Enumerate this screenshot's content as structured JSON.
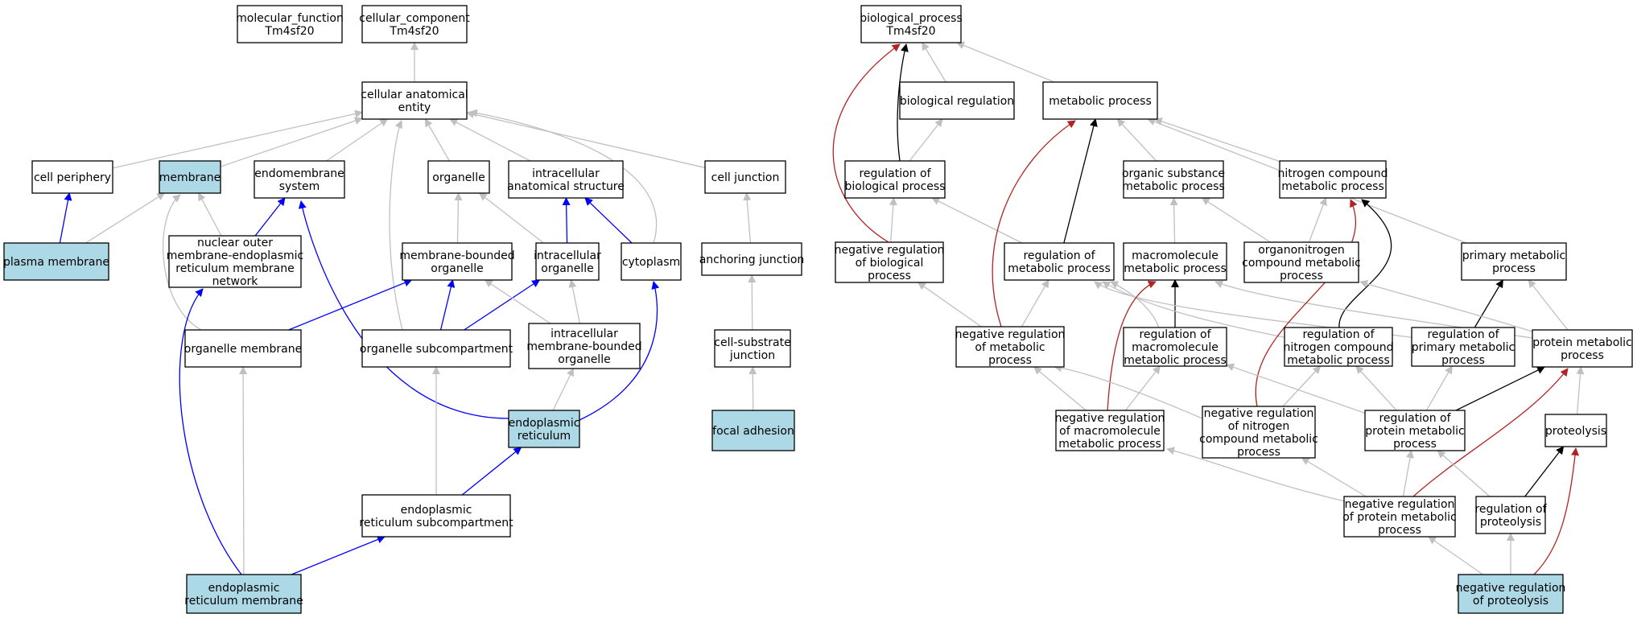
{
  "colors": {
    "background": "#ffffff",
    "node_fill": "#ffffff",
    "highlight_fill": "#add8e6",
    "node_border": "#000000",
    "edge_is_a": "#c0c0c0",
    "edge_part_of": "#0000ff",
    "edge_regulates": "#000000",
    "edge_negatively_regulates": "#b22222"
  },
  "nodes": [
    {
      "id": "mf_root",
      "lines": [
        "molecular_function",
        "Tm4sf20"
      ],
      "highlight": false
    },
    {
      "id": "cc_root",
      "lines": [
        "cellular_component",
        "Tm4sf20"
      ],
      "highlight": false
    },
    {
      "id": "bp_root",
      "lines": [
        "biological_process",
        "Tm4sf20"
      ],
      "highlight": false
    },
    {
      "id": "cae",
      "lines": [
        "cellular anatomical",
        "entity"
      ],
      "highlight": false
    },
    {
      "id": "cell_periphery",
      "lines": [
        "cell periphery"
      ],
      "highlight": false
    },
    {
      "id": "membrane",
      "lines": [
        "membrane"
      ],
      "highlight": true
    },
    {
      "id": "endomembrane",
      "lines": [
        "endomembrane",
        "system"
      ],
      "highlight": false
    },
    {
      "id": "organelle",
      "lines": [
        "organelle"
      ],
      "highlight": false
    },
    {
      "id": "ias",
      "lines": [
        "intracellular",
        "anatomical structure"
      ],
      "highlight": false
    },
    {
      "id": "cell_junction",
      "lines": [
        "cell junction"
      ],
      "highlight": false
    },
    {
      "id": "plasma_membrane",
      "lines": [
        "plasma membrane"
      ],
      "highlight": true
    },
    {
      "id": "nuclear_outer",
      "lines": [
        "nuclear outer",
        "membrane-endoplasmic",
        "reticulum membrane",
        "network"
      ],
      "highlight": false
    },
    {
      "id": "mbo",
      "lines": [
        "membrane-bounded",
        "organelle"
      ],
      "highlight": false
    },
    {
      "id": "intra_org",
      "lines": [
        "intracellular",
        "organelle"
      ],
      "highlight": false
    },
    {
      "id": "cytoplasm",
      "lines": [
        "cytoplasm"
      ],
      "highlight": false
    },
    {
      "id": "anchoring",
      "lines": [
        "anchoring junction"
      ],
      "highlight": false
    },
    {
      "id": "org_membrane",
      "lines": [
        "organelle membrane"
      ],
      "highlight": false
    },
    {
      "id": "org_subcomp",
      "lines": [
        "organelle subcompartment"
      ],
      "highlight": false
    },
    {
      "id": "imbo",
      "lines": [
        "intracellular",
        "membrane-bounded",
        "organelle"
      ],
      "highlight": false
    },
    {
      "id": "cell_substrate",
      "lines": [
        "cell-substrate",
        "junction"
      ],
      "highlight": false
    },
    {
      "id": "er",
      "lines": [
        "endoplasmic",
        "reticulum"
      ],
      "highlight": true
    },
    {
      "id": "focal_adhesion",
      "lines": [
        "focal adhesion"
      ],
      "highlight": true
    },
    {
      "id": "er_subcomp",
      "lines": [
        "endoplasmic",
        "reticulum subcompartment"
      ],
      "highlight": false
    },
    {
      "id": "er_membrane",
      "lines": [
        "endoplasmic",
        "reticulum membrane"
      ],
      "highlight": true
    },
    {
      "id": "bio_reg",
      "lines": [
        "biological regulation"
      ],
      "highlight": false
    },
    {
      "id": "metabolic",
      "lines": [
        "metabolic process"
      ],
      "highlight": false
    },
    {
      "id": "reg_bio",
      "lines": [
        "regulation of",
        "biological process"
      ],
      "highlight": false
    },
    {
      "id": "org_sub_met",
      "lines": [
        "organic substance",
        "metabolic process"
      ],
      "highlight": false
    },
    {
      "id": "nitrogen_met",
      "lines": [
        "nitrogen compound",
        "metabolic process"
      ],
      "highlight": false
    },
    {
      "id": "neg_reg_bio",
      "lines": [
        "negative regulation",
        "of biological",
        "process"
      ],
      "highlight": false
    },
    {
      "id": "reg_met",
      "lines": [
        "regulation of",
        "metabolic process"
      ],
      "highlight": false
    },
    {
      "id": "macro_met",
      "lines": [
        "macromolecule",
        "metabolic process"
      ],
      "highlight": false
    },
    {
      "id": "organonitrogen",
      "lines": [
        "organonitrogen",
        "compound metabolic",
        "process"
      ],
      "highlight": false
    },
    {
      "id": "primary_met",
      "lines": [
        "primary metabolic",
        "process"
      ],
      "highlight": false
    },
    {
      "id": "neg_reg_met",
      "lines": [
        "negative regulation",
        "of metabolic",
        "process"
      ],
      "highlight": false
    },
    {
      "id": "reg_macro",
      "lines": [
        "regulation of",
        "macromolecule",
        "metabolic process"
      ],
      "highlight": false
    },
    {
      "id": "reg_nitrogen",
      "lines": [
        "regulation of",
        "nitrogen compound",
        "metabolic process"
      ],
      "highlight": false
    },
    {
      "id": "reg_primary",
      "lines": [
        "regulation of",
        "primary metabolic",
        "process"
      ],
      "highlight": false
    },
    {
      "id": "protein_met",
      "lines": [
        "protein metabolic",
        "process"
      ],
      "highlight": false
    },
    {
      "id": "neg_reg_macro",
      "lines": [
        "negative regulation",
        "of macromolecule",
        "metabolic process"
      ],
      "highlight": false
    },
    {
      "id": "neg_reg_nitrogen",
      "lines": [
        "negative regulation",
        "of nitrogen",
        "compound metabolic",
        "process"
      ],
      "highlight": false
    },
    {
      "id": "reg_protein",
      "lines": [
        "regulation of",
        "protein metabolic",
        "process"
      ],
      "highlight": false
    },
    {
      "id": "proteolysis",
      "lines": [
        "proteolysis"
      ],
      "highlight": false
    },
    {
      "id": "neg_reg_protein",
      "lines": [
        "negative regulation",
        "of protein metabolic",
        "process"
      ],
      "highlight": false
    },
    {
      "id": "reg_proteolysis",
      "lines": [
        "regulation of",
        "proteolysis"
      ],
      "highlight": false
    },
    {
      "id": "neg_reg_proteolysis",
      "lines": [
        "negative regulation",
        "of proteolysis"
      ],
      "highlight": true
    }
  ],
  "edges": [
    {
      "from": "cae",
      "to": "cc_root",
      "type": "is_a"
    },
    {
      "from": "cell_periphery",
      "to": "cae",
      "type": "is_a"
    },
    {
      "from": "membrane",
      "to": "cae",
      "type": "is_a"
    },
    {
      "from": "endomembrane",
      "to": "cae",
      "type": "is_a"
    },
    {
      "from": "organelle",
      "to": "cae",
      "type": "is_a"
    },
    {
      "from": "ias",
      "to": "cae",
      "type": "is_a"
    },
    {
      "from": "cell_junction",
      "to": "cae",
      "type": "is_a"
    },
    {
      "from": "cytoplasm",
      "to": "cae",
      "type": "is_a"
    },
    {
      "from": "org_subcomp",
      "to": "cae",
      "type": "is_a"
    },
    {
      "from": "plasma_membrane",
      "to": "membrane",
      "type": "is_a"
    },
    {
      "from": "plasma_membrane",
      "to": "cell_periphery",
      "type": "part_of"
    },
    {
      "from": "nuclear_outer",
      "to": "membrane",
      "type": "is_a"
    },
    {
      "from": "nuclear_outer",
      "to": "endomembrane",
      "type": "part_of"
    },
    {
      "from": "org_membrane",
      "to": "membrane",
      "type": "is_a"
    },
    {
      "from": "mbo",
      "to": "organelle",
      "type": "is_a"
    },
    {
      "from": "intra_org",
      "to": "organelle",
      "type": "is_a"
    },
    {
      "from": "intra_org",
      "to": "ias",
      "type": "part_of"
    },
    {
      "from": "cytoplasm",
      "to": "ias",
      "type": "part_of"
    },
    {
      "from": "org_membrane",
      "to": "mbo",
      "type": "part_of"
    },
    {
      "from": "org_subcomp",
      "to": "mbo",
      "type": "part_of"
    },
    {
      "from": "org_subcomp",
      "to": "intra_org",
      "type": "part_of"
    },
    {
      "from": "imbo",
      "to": "mbo",
      "type": "is_a"
    },
    {
      "from": "imbo",
      "to": "intra_org",
      "type": "is_a"
    },
    {
      "from": "anchoring",
      "to": "cell_junction",
      "type": "is_a"
    },
    {
      "from": "cell_substrate",
      "to": "anchoring",
      "type": "is_a"
    },
    {
      "from": "focal_adhesion",
      "to": "cell_substrate",
      "type": "is_a"
    },
    {
      "from": "er",
      "to": "imbo",
      "type": "is_a"
    },
    {
      "from": "er",
      "to": "endomembrane",
      "type": "part_of"
    },
    {
      "from": "er",
      "to": "cytoplasm",
      "type": "part_of"
    },
    {
      "from": "er_subcomp",
      "to": "org_subcomp",
      "type": "is_a"
    },
    {
      "from": "er_subcomp",
      "to": "er",
      "type": "part_of"
    },
    {
      "from": "er_membrane",
      "to": "org_membrane",
      "type": "is_a"
    },
    {
      "from": "er_membrane",
      "to": "er_subcomp",
      "type": "part_of"
    },
    {
      "from": "er_membrane",
      "to": "nuclear_outer",
      "type": "part_of"
    },
    {
      "from": "bio_reg",
      "to": "bp_root",
      "type": "is_a"
    },
    {
      "from": "metabolic",
      "to": "bp_root",
      "type": "is_a"
    },
    {
      "from": "reg_bio",
      "to": "bio_reg",
      "type": "is_a"
    },
    {
      "from": "reg_bio",
      "to": "bp_root",
      "type": "regulates"
    },
    {
      "from": "neg_reg_bio",
      "to": "reg_bio",
      "type": "is_a"
    },
    {
      "from": "neg_reg_bio",
      "to": "bp_root",
      "type": "negatively_regulates"
    },
    {
      "from": "org_sub_met",
      "to": "metabolic",
      "type": "is_a"
    },
    {
      "from": "nitrogen_met",
      "to": "metabolic",
      "type": "is_a"
    },
    {
      "from": "primary_met",
      "to": "metabolic",
      "type": "is_a"
    },
    {
      "from": "reg_met",
      "to": "reg_bio",
      "type": "is_a"
    },
    {
      "from": "reg_met",
      "to": "metabolic",
      "type": "regulates"
    },
    {
      "from": "macro_met",
      "to": "org_sub_met",
      "type": "is_a"
    },
    {
      "from": "organonitrogen",
      "to": "org_sub_met",
      "type": "is_a"
    },
    {
      "from": "organonitrogen",
      "to": "nitrogen_met",
      "type": "is_a"
    },
    {
      "from": "neg_reg_met",
      "to": "neg_reg_bio",
      "type": "is_a"
    },
    {
      "from": "neg_reg_met",
      "to": "reg_met",
      "type": "is_a"
    },
    {
      "from": "neg_reg_met",
      "to": "metabolic",
      "type": "negatively_regulates"
    },
    {
      "from": "reg_macro",
      "to": "reg_met",
      "type": "is_a"
    },
    {
      "from": "reg_macro",
      "to": "macro_met",
      "type": "regulates"
    },
    {
      "from": "reg_nitrogen",
      "to": "reg_met",
      "type": "is_a"
    },
    {
      "from": "reg_nitrogen",
      "to": "nitrogen_met",
      "type": "regulates"
    },
    {
      "from": "reg_primary",
      "to": "reg_met",
      "type": "is_a"
    },
    {
      "from": "reg_primary",
      "to": "primary_met",
      "type": "regulates"
    },
    {
      "from": "protein_met",
      "to": "macro_met",
      "type": "is_a"
    },
    {
      "from": "protein_met",
      "to": "organonitrogen",
      "type": "is_a"
    },
    {
      "from": "protein_met",
      "to": "primary_met",
      "type": "is_a"
    },
    {
      "from": "neg_reg_macro",
      "to": "neg_reg_met",
      "type": "is_a"
    },
    {
      "from": "neg_reg_macro",
      "to": "reg_macro",
      "type": "is_a"
    },
    {
      "from": "neg_reg_macro",
      "to": "macro_met",
      "type": "negatively_regulates"
    },
    {
      "from": "neg_reg_nitrogen",
      "to": "neg_reg_met",
      "type": "is_a"
    },
    {
      "from": "neg_reg_nitrogen",
      "to": "reg_nitrogen",
      "type": "is_a"
    },
    {
      "from": "neg_reg_nitrogen",
      "to": "nitrogen_met",
      "type": "negatively_regulates"
    },
    {
      "from": "reg_protein",
      "to": "reg_macro",
      "type": "is_a"
    },
    {
      "from": "reg_protein",
      "to": "reg_nitrogen",
      "type": "is_a"
    },
    {
      "from": "reg_protein",
      "to": "reg_primary",
      "type": "is_a"
    },
    {
      "from": "reg_protein",
      "to": "protein_met",
      "type": "regulates"
    },
    {
      "from": "proteolysis",
      "to": "protein_met",
      "type": "is_a"
    },
    {
      "from": "neg_reg_protein",
      "to": "neg_reg_macro",
      "type": "is_a"
    },
    {
      "from": "neg_reg_protein",
      "to": "neg_reg_nitrogen",
      "type": "is_a"
    },
    {
      "from": "neg_reg_protein",
      "to": "reg_protein",
      "type": "is_a"
    },
    {
      "from": "neg_reg_protein",
      "to": "protein_met",
      "type": "negatively_regulates"
    },
    {
      "from": "reg_proteolysis",
      "to": "reg_protein",
      "type": "is_a"
    },
    {
      "from": "reg_proteolysis",
      "to": "proteolysis",
      "type": "regulates"
    },
    {
      "from": "neg_reg_proteolysis",
      "to": "neg_reg_protein",
      "type": "is_a"
    },
    {
      "from": "neg_reg_proteolysis",
      "to": "reg_proteolysis",
      "type": "is_a"
    },
    {
      "from": "neg_reg_proteolysis",
      "to": "proteolysis",
      "type": "negatively_regulates"
    }
  ]
}
